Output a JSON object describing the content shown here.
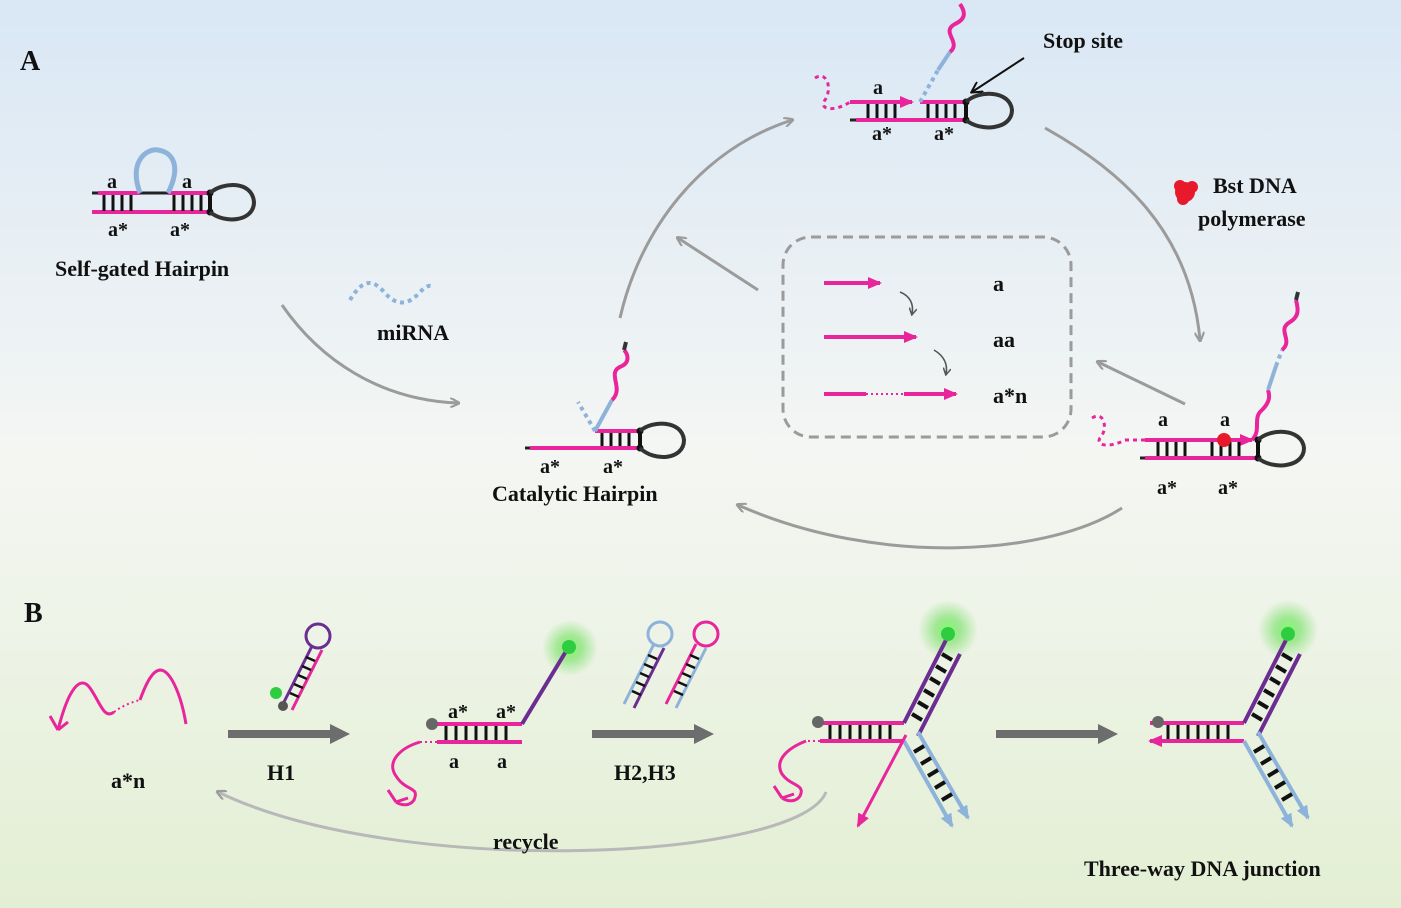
{
  "panels": {
    "a": "A",
    "b": "B"
  },
  "panel_a": {
    "self_gated_hairpin": "Self-gated Hairpin",
    "mirna": "miRNA",
    "catalytic_hairpin": "Catalytic Hairpin",
    "stop_site": "Stop site",
    "polymerase_line1": "Bst DNA",
    "polymerase_line2": "polymerase",
    "seg_a": "a",
    "seg_astar": "a*",
    "products": [
      "a",
      "aa",
      "a*n"
    ]
  },
  "panel_b": {
    "input": "a*n",
    "h1": "H1",
    "h2h3": "H2,H3",
    "recycle": "recycle",
    "junction": "Three-way DNA junction",
    "seg_a": "a",
    "seg_astar": "a*"
  },
  "colors": {
    "magenta": "#e8259a",
    "lightblue": "#8eb3da",
    "purple": "#6b2d92",
    "gray_arrow": "#9b9b9b",
    "dark_arrow": "#6d6d6d",
    "green_fluor": "#2ecc40",
    "red_polymerase": "#e8192c",
    "bg_top": "#dbe8f5",
    "bg_bottom": "#e6f0d8"
  }
}
